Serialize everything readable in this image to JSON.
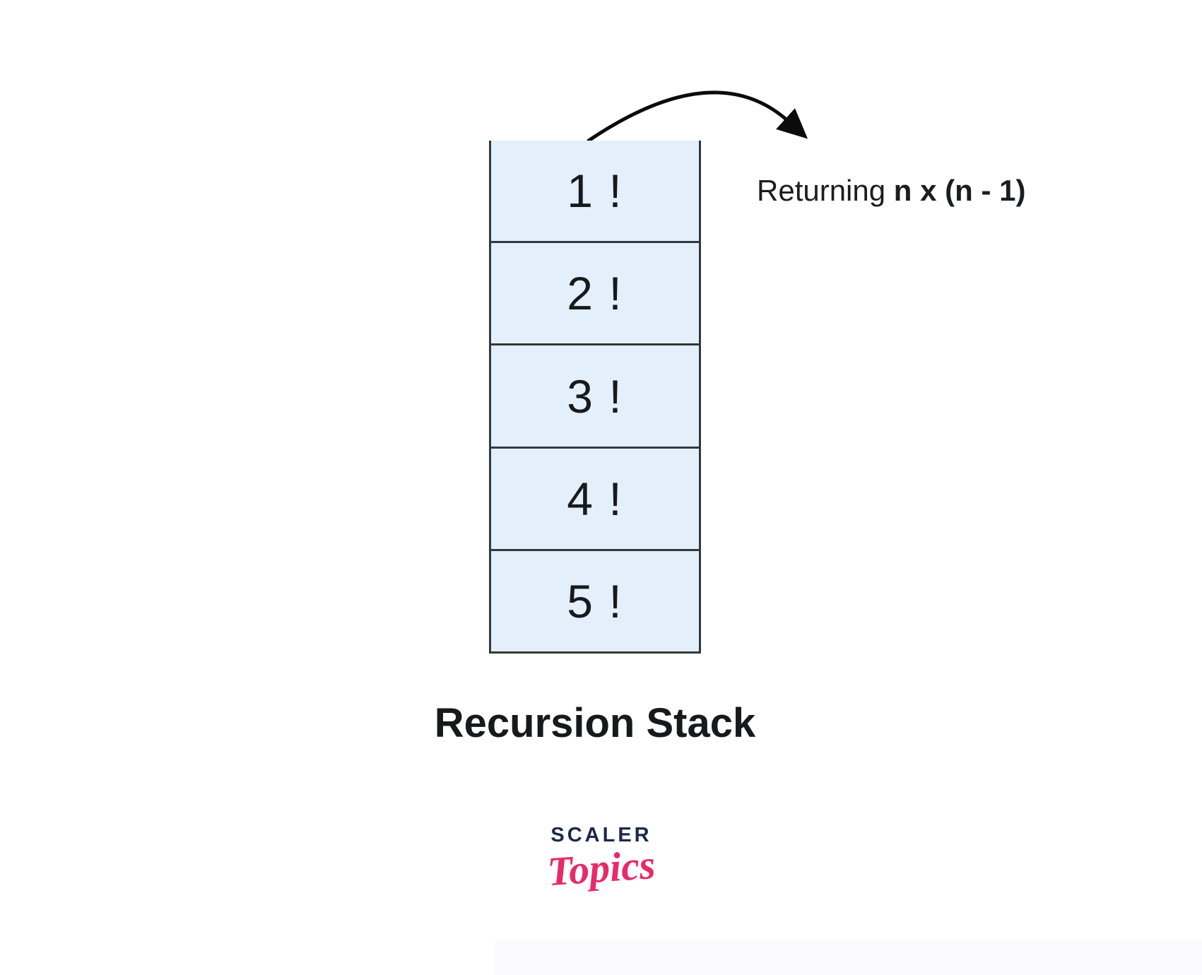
{
  "diagram_title": "Recursion Stack",
  "stack": {
    "cells": [
      {
        "label": "1 !"
      },
      {
        "label": "2 !"
      },
      {
        "label": "3 !"
      },
      {
        "label": "4 !"
      },
      {
        "label": "5 !"
      }
    ],
    "caption": "Recursion Stack"
  },
  "annotation": {
    "normal": "Returning ",
    "bold": "n x (n - 1)"
  },
  "arrow": {
    "description": "curved-arrow-from-stack-top-to-annotation"
  },
  "logo": {
    "wordmark": "SCALER",
    "script": "Topics"
  },
  "colors": {
    "cell_fill": "#e3f0fb",
    "border": "#32383c",
    "arrow": "#0b0b0b",
    "text": "#17191c",
    "logo_navy": "#1c2a49",
    "logo_pink": "#e72a68",
    "background": "#ffffff"
  }
}
